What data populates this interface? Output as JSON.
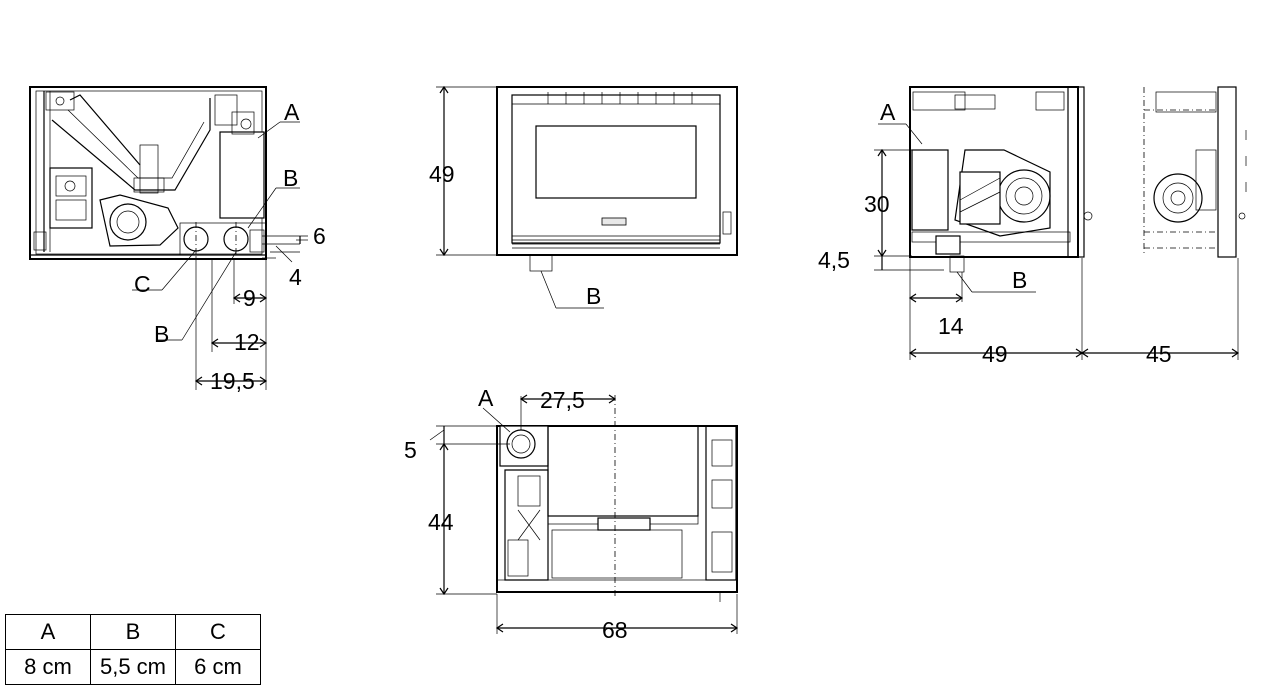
{
  "labels": {
    "front_A": "A",
    "front_B_right": "B",
    "front_C": "C",
    "front_B_left": "B",
    "center_B": "B",
    "side_A": "A",
    "side_B": "B",
    "top_A": "A"
  },
  "dimensions": {
    "front_6": "6",
    "front_4": "4",
    "front_9": "9",
    "front_12": "12",
    "front_19_5": "19,5",
    "center_49": "49",
    "side_30": "30",
    "side_4_5": "4,5",
    "side_14": "14",
    "side_49": "49",
    "side_45": "45",
    "top_27_5": "27,5",
    "top_5": "5",
    "top_44": "44",
    "top_68": "68"
  },
  "legend": {
    "headers": [
      "A",
      "B",
      "C"
    ],
    "values": [
      "8 cm",
      "5,5 cm",
      "6 cm"
    ]
  }
}
